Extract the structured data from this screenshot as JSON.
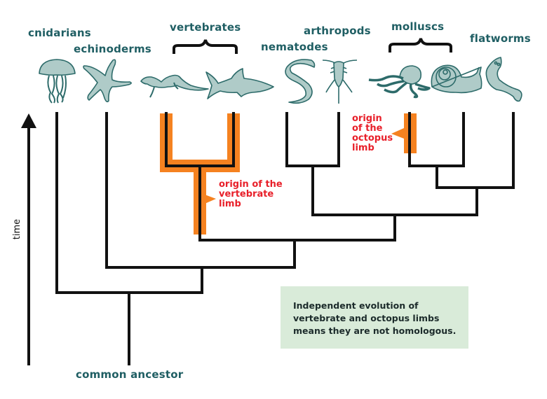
{
  "title": "Independent evolution of limbs",
  "groups": {
    "cnidarians": "cnidarians",
    "echinoderms": "echinoderms",
    "vertebrates": "vertebrates",
    "nematodes": "nematodes",
    "arthropods": "arthropods",
    "molluscs": "molluscs",
    "flatworms": "flatworms"
  },
  "organisms": [
    "jellyfish",
    "starfish",
    "lizard",
    "shark",
    "nematode",
    "copepod",
    "octopus",
    "snail",
    "flatworm"
  ],
  "annotations": {
    "vertebrate_limb": [
      "origin of the",
      "vertebrate",
      "limb"
    ],
    "octopus_limb": [
      "origin",
      "of the",
      "octopus",
      "limb"
    ]
  },
  "axis": {
    "label": "time"
  },
  "root_label": "common ancestor",
  "note": [
    "Independent evolution of",
    "vertebrate and octopus limbs",
    "means they are not homologous."
  ],
  "colors": {
    "label": "#1f5e63",
    "organism_fill": "#afcbc8",
    "organism_stroke": "#2d6b6a",
    "highlight": "#f58220",
    "annotation": "#e8202a",
    "note_bg": "#d9ebd9"
  }
}
